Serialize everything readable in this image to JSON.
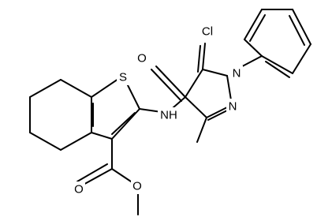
{
  "molecule": {
    "atoms": {
      "cl": "Cl",
      "o_amide": "O",
      "n1": "N",
      "n2": "N",
      "s": "S",
      "nh": "NH",
      "o_ester_carbonyl": "O",
      "o_ester": "O"
    }
  }
}
